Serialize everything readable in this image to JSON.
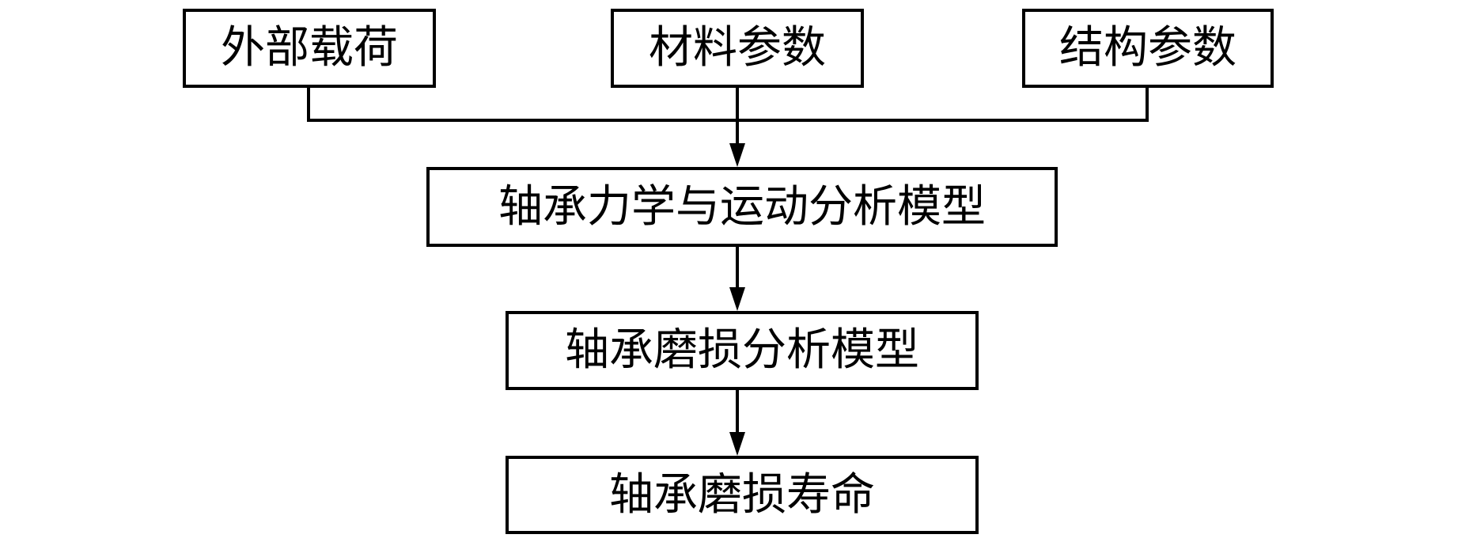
{
  "diagram": {
    "nodes": {
      "external_load": "外部载荷",
      "material_params": "材料参数",
      "structure_params": "结构参数",
      "mechanics_model": "轴承力学与运动分析模型",
      "wear_model": "轴承磨损分析模型",
      "wear_life": "轴承磨损寿命"
    },
    "edges": [
      {
        "from": "external_load",
        "to": "mechanics_model"
      },
      {
        "from": "material_params",
        "to": "mechanics_model"
      },
      {
        "from": "structure_params",
        "to": "mechanics_model"
      },
      {
        "from": "mechanics_model",
        "to": "wear_model"
      },
      {
        "from": "wear_model",
        "to": "wear_life"
      }
    ],
    "colors": {
      "stroke": "#000000",
      "background": "#ffffff"
    }
  }
}
